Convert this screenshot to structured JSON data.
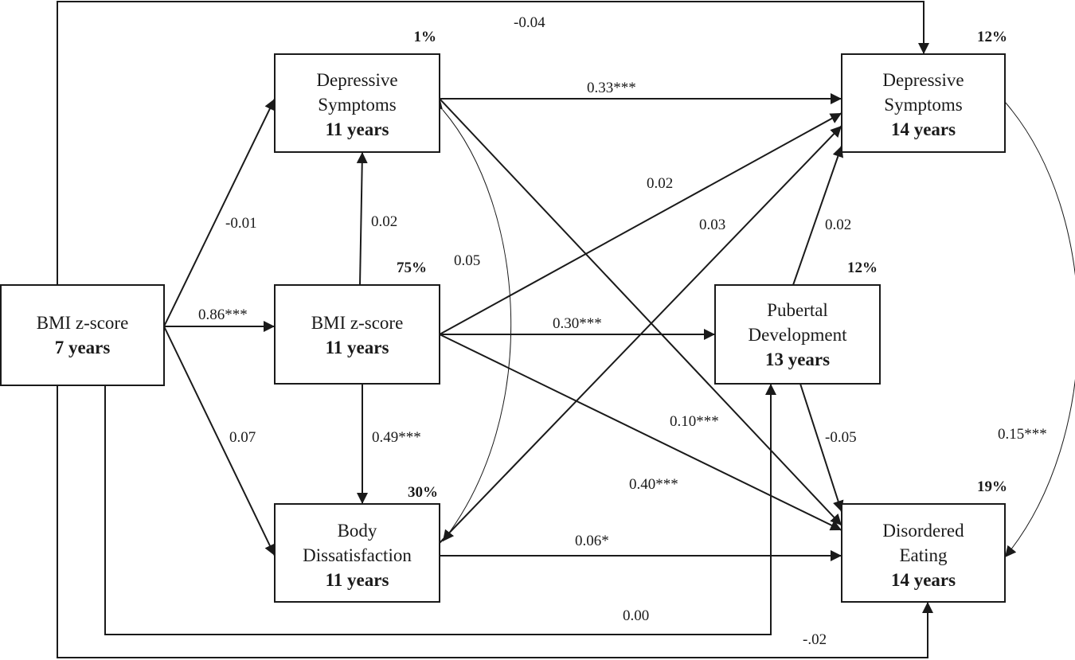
{
  "nodes": {
    "bmi7": {
      "line1": "BMI z-score",
      "bold": "7 years"
    },
    "dep11": {
      "line1": "Depressive",
      "line2": "Symptoms",
      "bold": "11 years",
      "r2": "1%"
    },
    "bmi11": {
      "line1": "BMI z-score",
      "bold": "11 years",
      "r2": "75%"
    },
    "body11": {
      "line1": "Body",
      "line2": "Dissatisfaction",
      "bold": "11 years",
      "r2": "30%"
    },
    "pub13": {
      "line1": "Pubertal",
      "line2": "Development",
      "bold": "13 years",
      "r2": "12%"
    },
    "dep14": {
      "line1": "Depressive",
      "line2": "Symptoms",
      "bold": "14 years",
      "r2": "12%"
    },
    "de14": {
      "line1": "Disordered",
      "line2": "Eating",
      "bold": "14 years",
      "r2": "19%"
    }
  },
  "paths": {
    "bmi7_dep14": "-0.04",
    "dep11_dep14": "0.33***",
    "bmi11_dep14": "0.02",
    "body11_dep14": "0.03",
    "pub13_dep14": "0.02",
    "bmi7_dep11": "-0.01",
    "bmi11_dep11": "0.02",
    "dep11_body11_cov": "0.05",
    "bmi7_bmi11": "0.86***",
    "bmi11_pub13": "0.30***",
    "dep11_de14": "0.10***",
    "pub13_de14": "-0.05",
    "dep14_de14_cov": "0.15***",
    "bmi7_body11": "0.07",
    "bmi11_body11": "0.49***",
    "bmi11_de14": "0.40***",
    "body11_de14": "0.06*",
    "bmi7_pub13": "0.00",
    "bmi7_de14": "-.02"
  }
}
